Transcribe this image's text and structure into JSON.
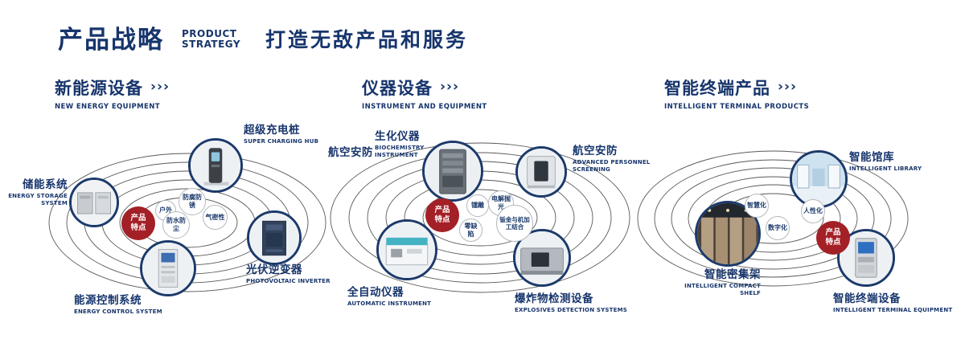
{
  "header": {
    "title": "产品战略",
    "subtitle_line1": "PRODUCT",
    "subtitle_line2": "STRATEGY",
    "tagline": "打造无敌产品和服务"
  },
  "sections": [
    {
      "title": "新能源设备",
      "subtitle": "NEW ENERGY EQUIPMENT",
      "arrows": "›››",
      "center_label": "产品特点",
      "features": [
        "户外",
        "防腐防锈",
        "气密性",
        "防水防尘"
      ],
      "products": [
        {
          "zh": "超级充电桩",
          "en": "SUPER CHARGING HUB"
        },
        {
          "zh": "储能系统",
          "en": "ENERGY STORAGE SYSTEM"
        },
        {
          "zh": "光伏逆变器",
          "en": "PHOTOVOLTAIC INVERTER"
        },
        {
          "zh": "能源控制系统",
          "en": "ENERGY CONTROL SYSTEM"
        }
      ]
    },
    {
      "title": "仪器设备",
      "subtitle": "INSTRUMENT AND EQUIPMENT",
      "arrows": "›››",
      "side_label": "航空安防",
      "center_label": "产品特点",
      "features": [
        "镭雕",
        "电解抛光",
        "零缺陷",
        "钣金与机加工结合"
      ],
      "products": [
        {
          "zh": "生化仪器",
          "en": "BIOCHEMISTRY INSTRUMENT"
        },
        {
          "zh": "航空安防",
          "en": "ADVANCED PERSONNEL SCREENING"
        },
        {
          "zh": "全自动仪器",
          "en": "AUTOMATIC INSTRUMENT"
        },
        {
          "zh": "爆炸物检测设备",
          "en": "EXPLOSIVES DETECTION SYSTEMS"
        }
      ]
    },
    {
      "title": "智能终端产品",
      "subtitle": "INTELLIGENT TERMINAL PRODUCTS",
      "arrows": "›››",
      "center_label": "产品特点",
      "features": [
        "智慧化",
        "人性化",
        "数字化"
      ],
      "products": [
        {
          "zh": "智能馆库",
          "en": "INTELLIGENT LIBRARY"
        },
        {
          "zh": "智能密集架",
          "en": "INTELLIGENT COMPACT SHELF"
        },
        {
          "zh": "智能终端设备",
          "en": "INTELLIGENT TERMINAL EQUIPMENT"
        }
      ]
    }
  ],
  "colors": {
    "navy": "#17356c",
    "accent_red": "#a32026"
  }
}
